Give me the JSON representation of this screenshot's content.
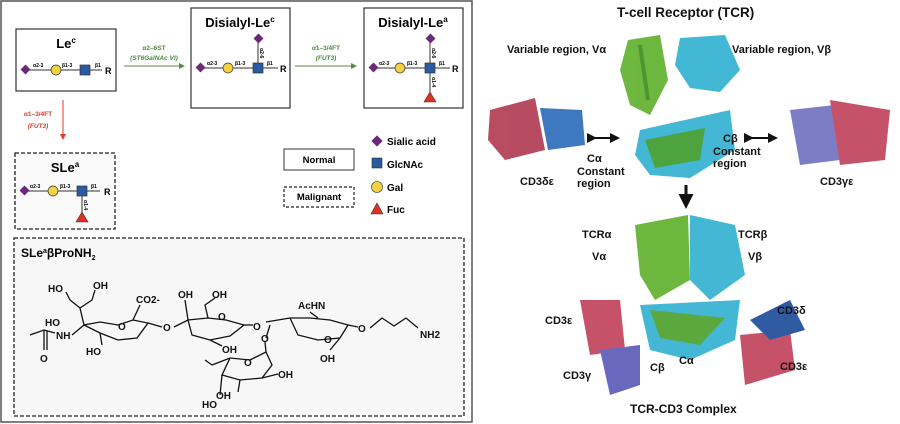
{
  "left_panel": {
    "lec": {
      "title": "Le",
      "sup": "c"
    },
    "disialyl_lec": {
      "title": "Disialyl-Le",
      "sup": "c"
    },
    "disialyl_lea": {
      "title": "Disialyl-Le",
      "sup": "a"
    },
    "slea": {
      "title": "SLe",
      "sup": "a"
    },
    "linkages": {
      "a23": "α2-3",
      "b13": "β1-3",
      "b1": "β1",
      "r": "R",
      "a26": "α2-6",
      "a14": "α1-4"
    },
    "enzyme_st": {
      "name": "α2–6ST",
      "gene": "(ST6GalNAc VI)",
      "color": "#4a8a3a"
    },
    "enzyme_ft_green": {
      "name": "α1–3/4FT",
      "gene": "(FUT3)",
      "color": "#4a8a3a"
    },
    "enzyme_ft_red": {
      "name": "α1–3/4FT",
      "gene": "(FUT3)",
      "color": "#e03a2a"
    },
    "box_legend": {
      "normal": "Normal",
      "malignant": "Malignant"
    },
    "symbol_legend": [
      {
        "label": "Sialic acid",
        "shape": "diamond",
        "color": "#6a2a7a"
      },
      {
        "label": "GlcNAc",
        "shape": "square",
        "color": "#2a5aa0"
      },
      {
        "label": "Gal",
        "shape": "circle",
        "color": "#f2d240"
      },
      {
        "label": "Fuc",
        "shape": "triangle",
        "color": "#e0301e"
      }
    ],
    "structure": {
      "title": "SLeaβProNH2",
      "title_main": "SLe",
      "title_sup": "a",
      "title_rest": "βProNH",
      "title_sub": "2",
      "atoms": [
        "HO",
        "OH",
        "CO2-",
        "HO",
        "NH",
        "O",
        "HO",
        "O",
        "O",
        "OH",
        "OH",
        "O",
        "OH",
        "O",
        "AcHN",
        "O",
        "O",
        "O",
        "NH2",
        "OH",
        "O",
        "OH",
        "OH",
        "HO"
      ]
    }
  },
  "right_panel": {
    "title": "T-cell Receptor (TCR)",
    "var_alpha": "Variable region, Vα",
    "var_beta": "Variable region, Vβ",
    "cd3_de": "CD3δε",
    "cd3_ge": "CD3γε",
    "c_alpha": "Cα",
    "c_alpha_region": "Constant",
    "c_alpha_region2": "region",
    "c_beta": "Cβ",
    "c_beta_region": "Constant",
    "c_beta_region2": "region",
    "tcr_alpha": "TCRα",
    "v_alpha": "Vα",
    "tcr_beta": "TCRβ",
    "v_beta": "Vβ",
    "cd3_e_left": "CD3ε",
    "cd3_d": "CD3δ",
    "cd3_e_right": "CD3ε",
    "cd3_g": "CD3γ",
    "c_beta_bottom": "Cβ",
    "c_alpha_bottom": "Cα",
    "complex_title": "TCR-CD3 Complex",
    "colors": {
      "alpha": "#5fb02a",
      "beta": "#2fb0d0",
      "epsilon": "#c0405a",
      "delta": "#2a6ab8",
      "gamma": "#7070c0"
    }
  }
}
